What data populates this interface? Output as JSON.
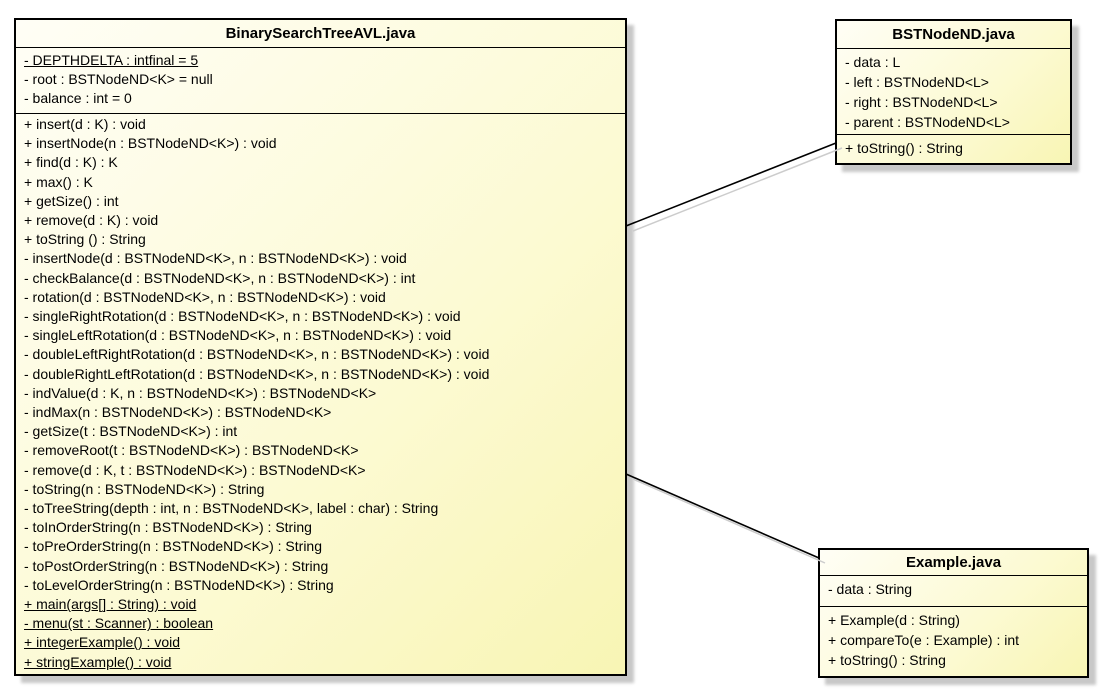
{
  "diagram": {
    "type": "uml-class-diagram",
    "background": "#ffffff"
  },
  "colors": {
    "box_fill_light": "#fffef6",
    "box_fill_dark": "#f8f5b4",
    "border": "#000000",
    "shadow": "#c8c8c8",
    "relation_line": "#000000"
  },
  "classes": [
    {
      "id": "BinarySearchTreeAVL",
      "title": "BinarySearchTreeAVL.java",
      "attributes": [
        {
          "text": "- DEPTHDELTA : intfinal = 5",
          "underline": true
        },
        {
          "text": "- root : BSTNodeND<K> = null",
          "underline": false
        },
        {
          "text": "- balance : int = 0",
          "underline": false
        }
      ],
      "methods": [
        {
          "text": "+ insert(d : K) : void",
          "underline": false
        },
        {
          "text": "+ insertNode(n : BSTNodeND<K>) : void",
          "underline": false
        },
        {
          "text": "+ find(d : K) : K",
          "underline": false
        },
        {
          "text": "+ max() : K",
          "underline": false
        },
        {
          "text": "+ getSize() : int",
          "underline": false
        },
        {
          "text": "+ remove(d : K) : void",
          "underline": false
        },
        {
          "text": "+ toString () : String",
          "underline": false
        },
        {
          "text": "- insertNode(d : BSTNodeND<K>, n : BSTNodeND<K>) : void",
          "underline": false
        },
        {
          "text": "- checkBalance(d : BSTNodeND<K>, n : BSTNodeND<K>) : int",
          "underline": false
        },
        {
          "text": "- rotation(d : BSTNodeND<K>, n : BSTNodeND<K>) : void",
          "underline": false
        },
        {
          "text": "- singleRightRotation(d : BSTNodeND<K>, n : BSTNodeND<K>) : void",
          "underline": false
        },
        {
          "text": "- singleLeftRotation(d : BSTNodeND<K>, n : BSTNodeND<K>) : void",
          "underline": false
        },
        {
          "text": "- doubleLeftRightRotation(d : BSTNodeND<K>, n : BSTNodeND<K>) : void",
          "underline": false
        },
        {
          "text": "- doubleRightLeftRotation(d : BSTNodeND<K>, n : BSTNodeND<K>) : void",
          "underline": false
        },
        {
          "text": "- indValue(d : K, n : BSTNodeND<K>) : BSTNodeND<K>",
          "underline": false
        },
        {
          "text": "- indMax(n : BSTNodeND<K>) : BSTNodeND<K>",
          "underline": false
        },
        {
          "text": "- getSize(t : BSTNodeND<K>) : int",
          "underline": false
        },
        {
          "text": "- removeRoot(t : BSTNodeND<K>) : BSTNodeND<K>",
          "underline": false
        },
        {
          "text": "- remove(d : K, t : BSTNodeND<K>) : BSTNodeND<K>",
          "underline": false
        },
        {
          "text": "- toString(n : BSTNodeND<K>) : String",
          "underline": false
        },
        {
          "text": "- toTreeString(depth : int, n : BSTNodeND<K>, label : char) : String",
          "underline": false
        },
        {
          "text": "- toInOrderString(n : BSTNodeND<K>) : String",
          "underline": false
        },
        {
          "text": "- toPreOrderString(n : BSTNodeND<K>) : String",
          "underline": false
        },
        {
          "text": "- toPostOrderString(n : BSTNodeND<K>) : String",
          "underline": false
        },
        {
          "text": "- toLevelOrderString(n : BSTNodeND<K>) : String",
          "underline": false
        },
        {
          "text": "+ main(args[] : String) : void",
          "underline": true
        },
        {
          "text": "- menu(st : Scanner) : boolean",
          "underline": true
        },
        {
          "text": "+ integerExample() : void",
          "underline": true
        },
        {
          "text": "+ stringExample() : void",
          "underline": true
        }
      ]
    },
    {
      "id": "BSTNodeND",
      "title": "BSTNodeND.java",
      "attributes": [
        {
          "text": "- data : L",
          "underline": false
        },
        {
          "text": "- left : BSTNodeND<L>",
          "underline": false
        },
        {
          "text": "- right : BSTNodeND<L>",
          "underline": false
        },
        {
          "text": "- parent : BSTNodeND<L>",
          "underline": false
        }
      ],
      "methods": [
        {
          "text": "+ toString() : String",
          "underline": false
        }
      ]
    },
    {
      "id": "Example",
      "title": "Example.java",
      "attributes": [
        {
          "text": "- data : String",
          "underline": false
        }
      ],
      "methods": [
        {
          "text": "+ Example(d : String)",
          "underline": false
        },
        {
          "text": "+ compareTo(e : Example) : int",
          "underline": false
        },
        {
          "text": "+ toString() : String",
          "underline": false
        }
      ]
    }
  ],
  "relations": [
    {
      "from": "BinarySearchTreeAVL.java",
      "to": "BSTNodeND.java",
      "style": "association-plain"
    },
    {
      "from": "BinarySearchTreeAVL.java",
      "to": "Example.java",
      "style": "association-plain"
    }
  ]
}
